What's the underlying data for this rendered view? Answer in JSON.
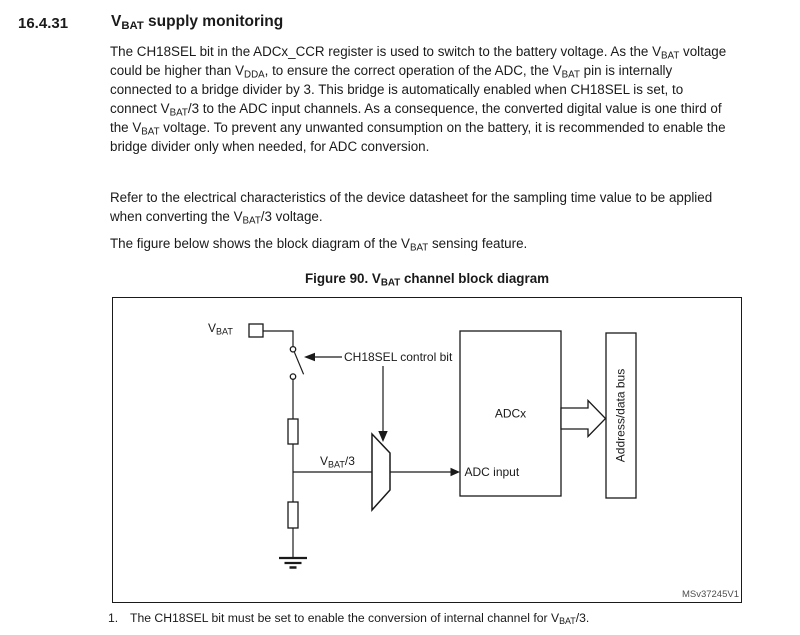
{
  "section": {
    "number": "16.4.31",
    "title_runs": [
      {
        "t": "V"
      },
      {
        "s": "BAT"
      },
      {
        "t": " supply monitoring"
      }
    ]
  },
  "paragraphs": [
    {
      "runs": [
        {
          "t": "The CH18SEL bit in the ADCx_CCR register is used to switch to the battery voltage. As the V"
        },
        {
          "s": "BAT"
        },
        {
          "t": " voltage could be higher than V"
        },
        {
          "s": "DDA"
        },
        {
          "t": ", to ensure the correct operation of the ADC, the V"
        },
        {
          "s": "BAT"
        },
        {
          "t": " pin is internally connected to a bridge divider by 3. This bridge is automatically enabled when CH18SEL is set, to connect V"
        },
        {
          "s": "BAT"
        },
        {
          "t": "/3 to the ADC input channels. As a consequence, the converted digital value is one third of the V"
        },
        {
          "s": "BAT"
        },
        {
          "t": " voltage. To prevent any unwanted consumption on the battery, it is recommended to enable the bridge divider only when needed, for ADC conversion."
        }
      ]
    },
    {
      "runs": [
        {
          "t": "Refer to the electrical characteristics of the device datasheet for the sampling time value to be applied when converting the V"
        },
        {
          "s": "BAT"
        },
        {
          "t": "/3 voltage."
        }
      ]
    },
    {
      "runs": [
        {
          "t": "The figure below shows the block diagram of the V"
        },
        {
          "s": "BAT"
        },
        {
          "t": " sensing feature."
        }
      ]
    }
  ],
  "figure": {
    "caption_runs": [
      {
        "t": "Figure 90. V"
      },
      {
        "s": "BAT"
      },
      {
        "t": " channel block diagram"
      }
    ],
    "watermark": "MSv37245V1",
    "labels": {
      "vbat": {
        "main": "V",
        "sub": "BAT"
      },
      "ch18sel": "CH18SEL control bit",
      "vbat3": {
        "main": "V",
        "sub": "BAT",
        "rest": "/3"
      },
      "adcx": "ADCx",
      "adc_input": "ADC input",
      "bus": "Address/data bus"
    }
  },
  "footnote": {
    "number": "1.",
    "runs": [
      {
        "t": "The CH18SEL bit must be set to enable the conversion of internal channel for V"
      },
      {
        "s": "BAT"
      },
      {
        "t": "/3."
      }
    ]
  },
  "colors": {
    "text": "#1a1a1a",
    "diagram_line": "#1a1a1a",
    "watermark": "#4d4d4d",
    "background": "#ffffff"
  }
}
